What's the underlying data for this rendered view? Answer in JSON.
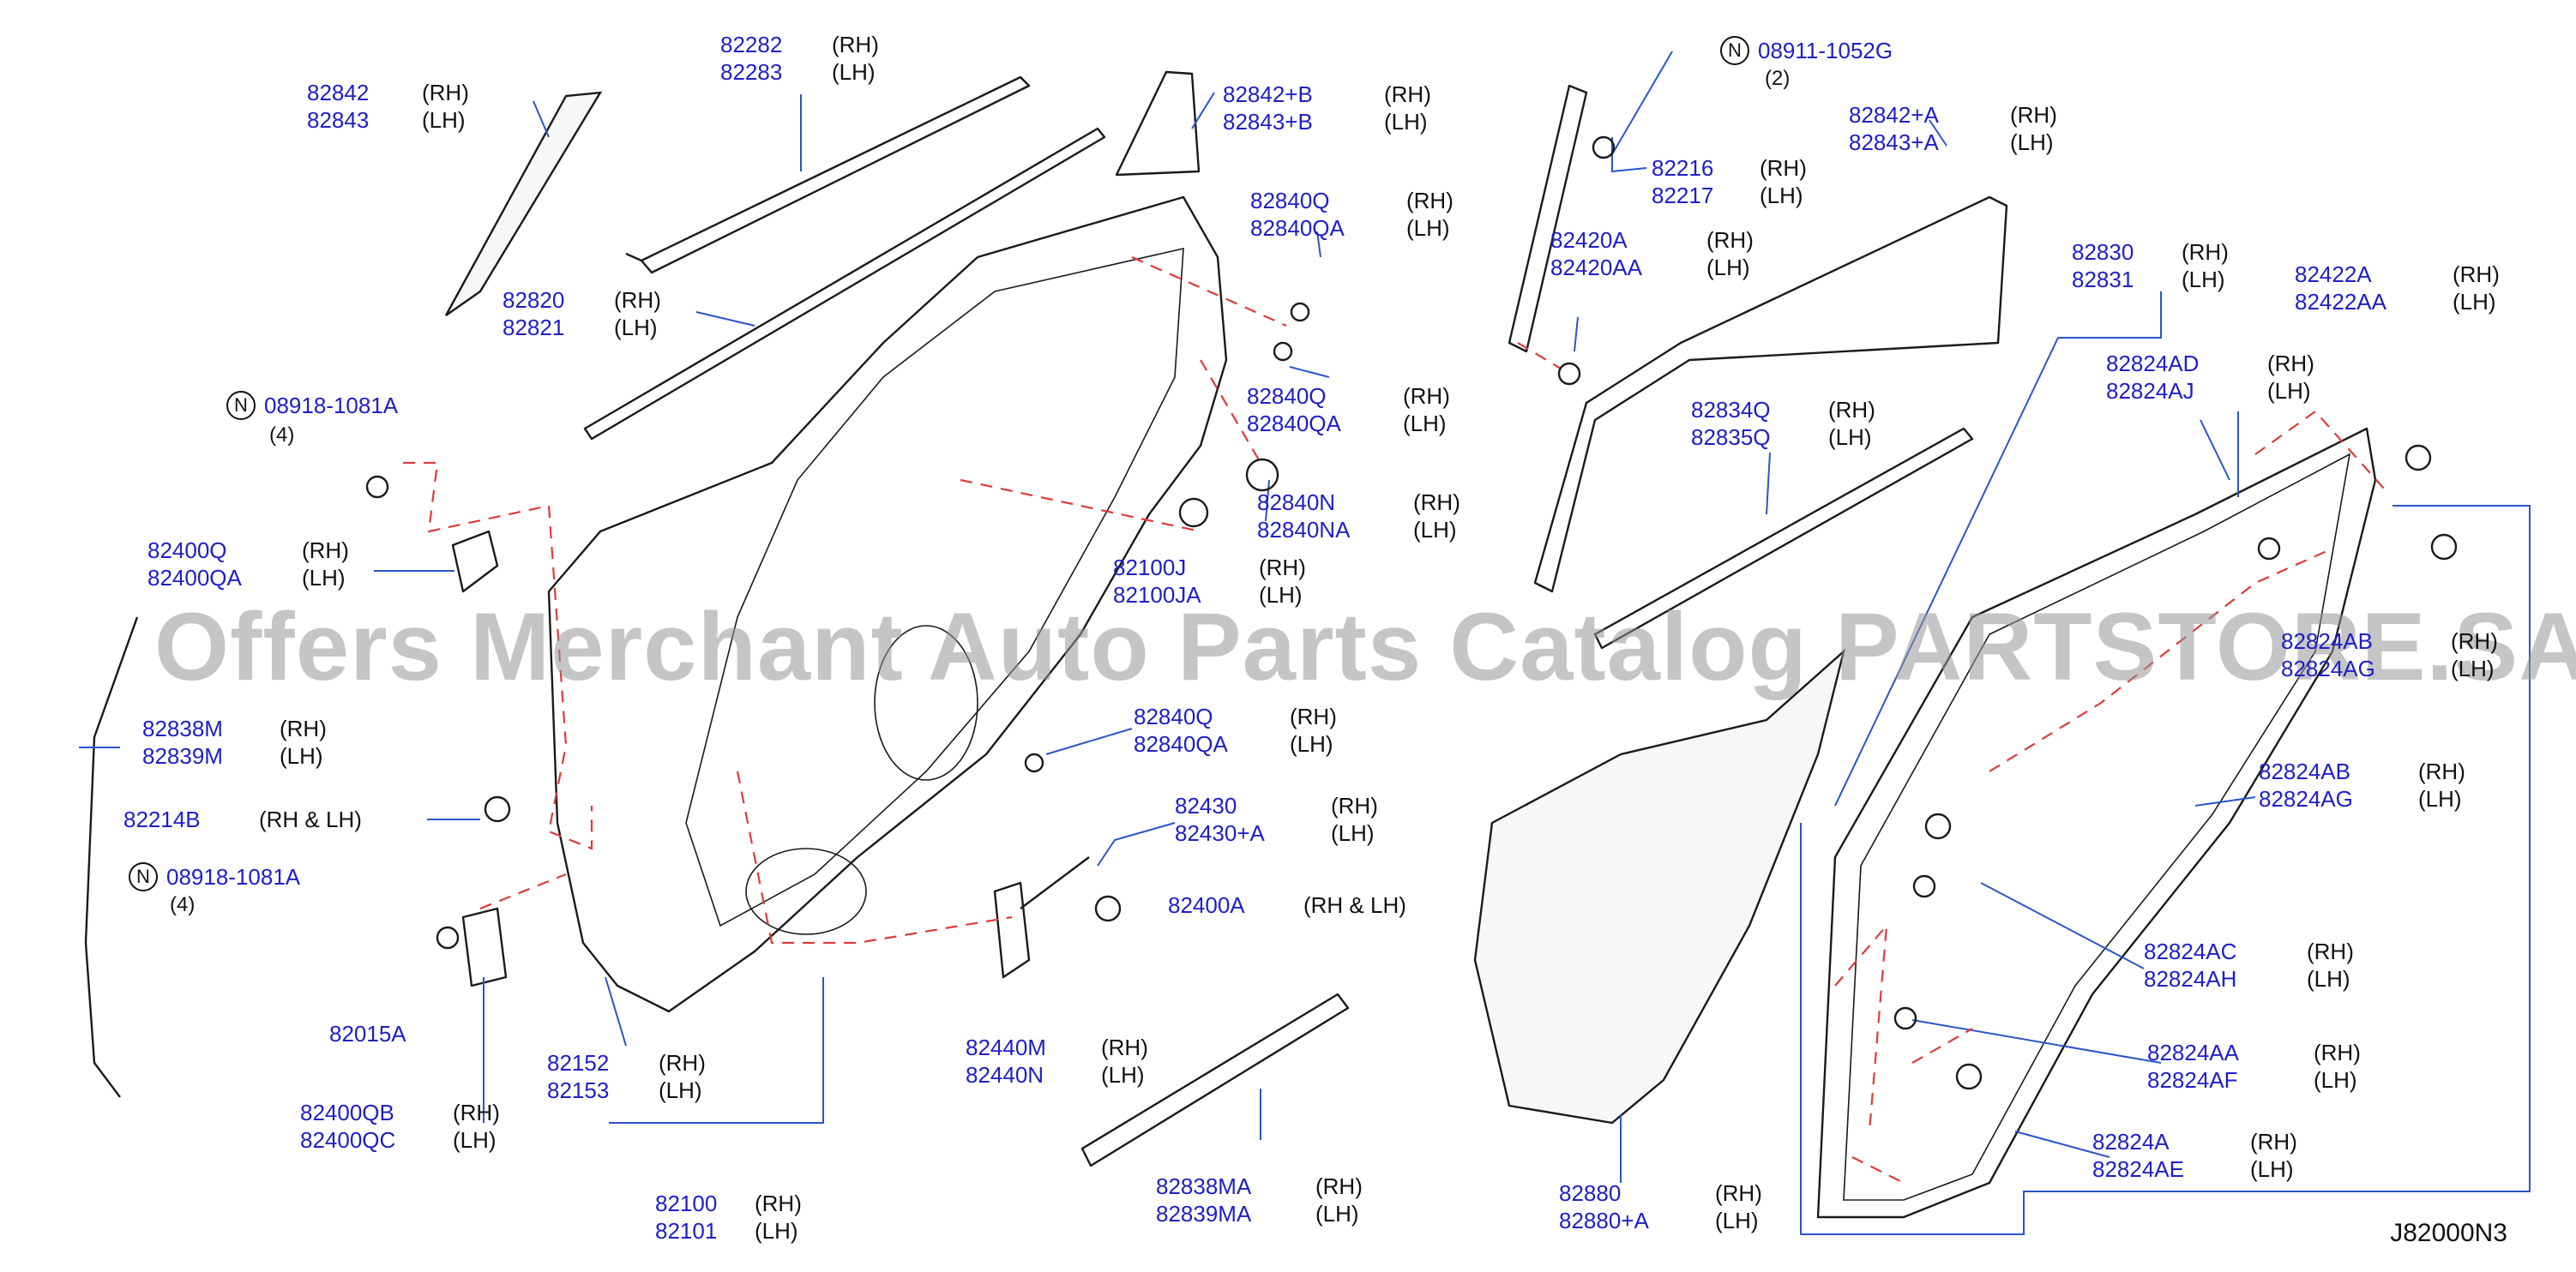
{
  "diagram_code": "J82000N3",
  "watermark": "Offers Merchant Auto Parts Catalog PARTSTORE.SA",
  "side_rh": "(RH)",
  "side_lh": "(LH)",
  "callouts": [
    {
      "id": "c1",
      "pn": [
        "82842",
        "82843"
      ],
      "side": [
        "(RH)",
        "(LH)"
      ]
    },
    {
      "id": "c2",
      "pn": [
        "82282",
        "82283"
      ],
      "side": [
        "(RH)",
        "(LH)"
      ]
    },
    {
      "id": "c3",
      "pn": [
        "82842+B",
        "82843+B"
      ],
      "side": [
        "(RH)",
        "(LH)"
      ]
    },
    {
      "id": "c4",
      "pn": [
        "82840Q",
        "82840QA"
      ],
      "side": [
        "(RH)",
        "(LH)"
      ]
    },
    {
      "id": "c5",
      "pn": [
        "82820",
        "82821"
      ],
      "side": [
        "(RH)",
        "(LH)"
      ]
    },
    {
      "id": "c6",
      "pn": [
        "82840Q",
        "82840QA"
      ],
      "side": [
        "(RH)",
        "(LH)"
      ]
    },
    {
      "id": "c7",
      "pn": [
        "82840N",
        "82840NA"
      ],
      "side": [
        "(RH)",
        "(LH)"
      ]
    },
    {
      "id": "c8",
      "pn": [
        "82100J",
        "82100JA"
      ],
      "side": [
        "(RH)",
        "(LH)"
      ]
    },
    {
      "id": "c9",
      "pn": [
        "82400Q",
        "82400QA"
      ],
      "side": [
        "(RH)",
        "(LH)"
      ]
    },
    {
      "id": "c10",
      "pn": [
        "82838M",
        "82839M"
      ],
      "side": [
        "(RH)",
        "(LH)"
      ]
    },
    {
      "id": "c11",
      "pn": [
        "82840Q",
        "82840QA"
      ],
      "side": [
        "(RH)",
        "(LH)"
      ]
    },
    {
      "id": "c12",
      "pn": [
        "82430",
        "82430+A"
      ],
      "side": [
        "(RH)",
        "(LH)"
      ]
    },
    {
      "id": "c13",
      "pn": [
        "82440M",
        "82440N"
      ],
      "side": [
        "(RH)",
        "(LH)"
      ]
    },
    {
      "id": "c14",
      "pn": [
        "82400QB",
        "82400QC"
      ],
      "side": [
        "(RH)",
        "(LH)"
      ]
    },
    {
      "id": "c15",
      "pn": [
        "82152",
        "82153"
      ],
      "side": [
        "(RH)",
        "(LH)"
      ]
    },
    {
      "id": "c16",
      "pn": [
        "82100",
        "82101"
      ],
      "side": [
        "(RH)",
        "(LH)"
      ]
    },
    {
      "id": "c17",
      "pn": [
        "82838MA",
        "82839MA"
      ],
      "side": [
        "(RH)",
        "(LH)"
      ]
    },
    {
      "id": "c18",
      "pn": [
        "82216",
        "82217"
      ],
      "side": [
        "(RH)",
        "(LH)"
      ]
    },
    {
      "id": "c19",
      "pn": [
        "82842+A",
        "82843+A"
      ],
      "side": [
        "(RH)",
        "(LH)"
      ]
    },
    {
      "id": "c20",
      "pn": [
        "82420A",
        "82420AA"
      ],
      "side": [
        "(RH)",
        "(LH)"
      ]
    },
    {
      "id": "c21",
      "pn": [
        "82830",
        "82831"
      ],
      "side": [
        "(RH)",
        "(LH)"
      ]
    },
    {
      "id": "c22",
      "pn": [
        "82422A",
        "82422AA"
      ],
      "side": [
        "(RH)",
        "(LH)"
      ]
    },
    {
      "id": "c23",
      "pn": [
        "82824AD",
        "82824AJ"
      ],
      "side": [
        "(RH)",
        "(LH)"
      ]
    },
    {
      "id": "c24",
      "pn": [
        "82834Q",
        "82835Q"
      ],
      "side": [
        "(RH)",
        "(LH)"
      ]
    },
    {
      "id": "c25",
      "pn": [
        "82824AB",
        "82824AG"
      ],
      "side": [
        "(RH)",
        "(LH)"
      ]
    },
    {
      "id": "c26",
      "pn": [
        "82824AC",
        "82824AH"
      ],
      "side": [
        "(RH)",
        "(LH)"
      ]
    },
    {
      "id": "c27",
      "pn": [
        "82824AA",
        "82824AF"
      ],
      "side": [
        "(RH)",
        "(LH)"
      ]
    },
    {
      "id": "c28",
      "pn": [
        "82824A",
        "82824AE"
      ],
      "side": [
        "(RH)",
        "(LH)"
      ]
    },
    {
      "id": "c29",
      "pn": [
        "82880",
        "82880+A"
      ],
      "side": [
        "(RH)",
        "(LH)"
      ]
    }
  ],
  "single_callouts": [
    {
      "id": "s1",
      "pn": "82214B",
      "side": "(RH  &  LH)"
    },
    {
      "id": "s2",
      "pn": "82400A",
      "side": "(RH   &   LH)"
    },
    {
      "id": "s3",
      "pn": "82015A"
    }
  ],
  "n_refs": [
    {
      "id": "n1",
      "letter": "N",
      "pn": "08918-1081A",
      "qty": "(4)"
    },
    {
      "id": "n2",
      "letter": "N",
      "pn": "08918-1081A",
      "qty": "(4)"
    },
    {
      "id": "n3",
      "letter": "N",
      "pn": "08911-1052G",
      "qty": "(2)"
    }
  ]
}
